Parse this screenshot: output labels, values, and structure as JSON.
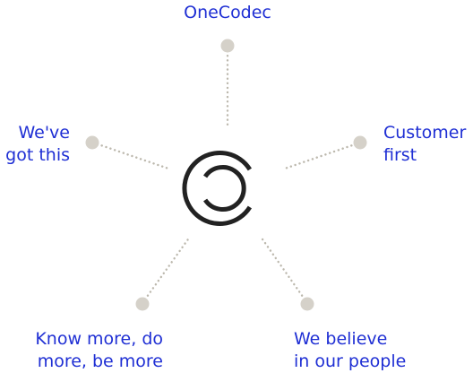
{
  "diagram": {
    "accent_color": "#1f2fd4",
    "connector_color": "#bcb8ad",
    "node_color": "#d5d1c9",
    "logo_color": "#222222",
    "center_logo": "onecodec-logo-icon",
    "values": [
      {
        "id": "top",
        "lines": [
          "OneCodec"
        ]
      },
      {
        "id": "left",
        "lines": [
          "We've",
          "got this"
        ]
      },
      {
        "id": "right",
        "lines": [
          "Customer",
          "first"
        ]
      },
      {
        "id": "bottom_left",
        "lines": [
          "Know more, do",
          "more, be more"
        ]
      },
      {
        "id": "bottom_right",
        "lines": [
          "We believe",
          "in our people"
        ]
      }
    ]
  }
}
